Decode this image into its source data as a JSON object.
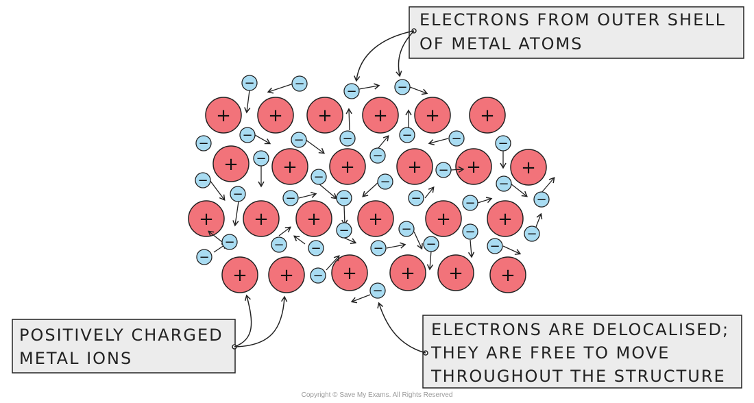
{
  "labels": {
    "top_callout": [
      "ELECTRONS FROM OUTER SHELL",
      "OF METAL ATOMS"
    ],
    "left_callout": [
      "POSITIVELY CHARGED",
      "METAL IONS"
    ],
    "right_callout": [
      "ELECTRONS ARE DELOCALISED;",
      "THEY ARE FREE TO MOVE",
      "THROUGHOUT THE STRUCTURE"
    ],
    "ion_symbol": "+",
    "electron_symbol": "−",
    "copyright": "Copyright © Save My Exams. All Rights Reserved"
  },
  "colors": {
    "ion_fill": "#f2737a",
    "electron_fill": "#a9dcf2",
    "callout_fill": "#ececec",
    "stroke": "#222222"
  }
}
